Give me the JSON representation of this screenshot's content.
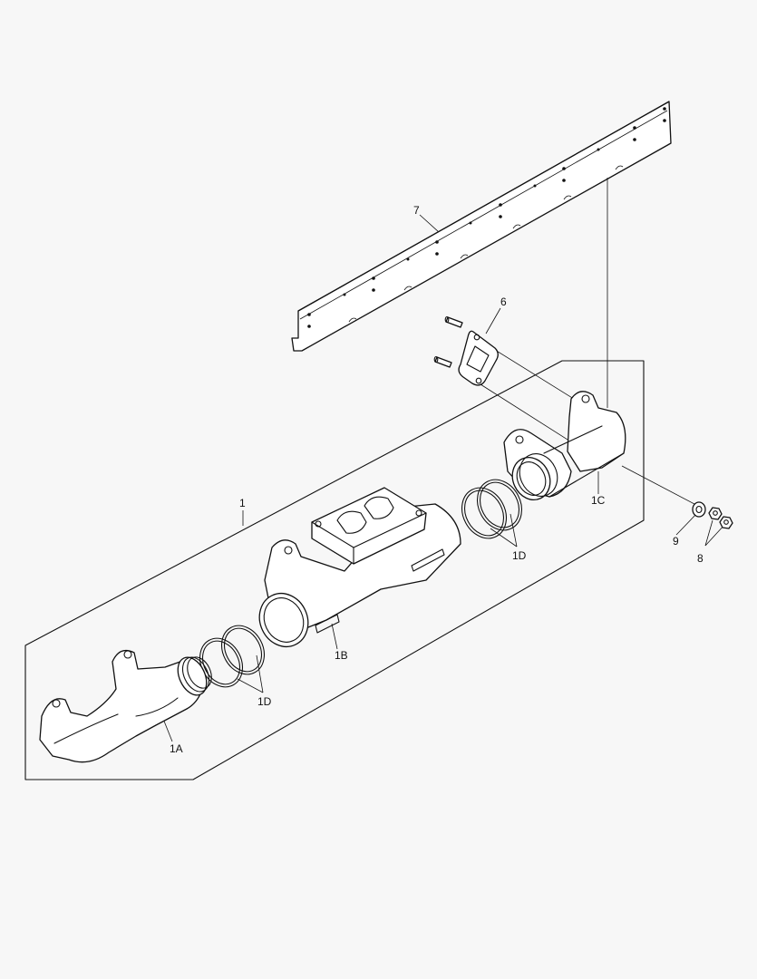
{
  "diagram": {
    "callouts": {
      "assembly": "1",
      "section_front": "1A",
      "section_middle": "1B",
      "section_rear": "1C",
      "seal_rings_a": "1D",
      "seal_rings_b": "1D",
      "gasket": "6",
      "heat_shield": "7",
      "nut": "8",
      "washer": "9"
    }
  }
}
